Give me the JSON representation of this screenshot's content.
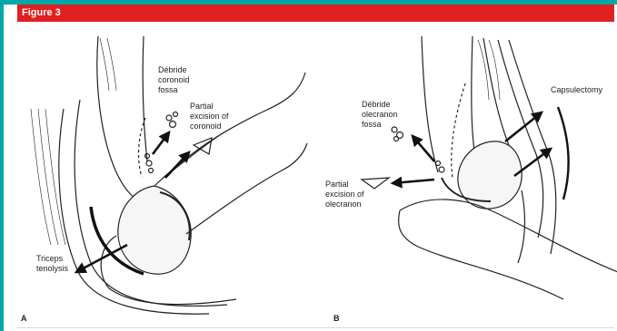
{
  "figure": {
    "title": "Figure 3"
  },
  "colors": {
    "title_bar": "#e02020",
    "accent_strip": "#00a8a8"
  },
  "panel_a": {
    "letter": "A",
    "labels": {
      "debride_coronoid": "Débride\ncoronoid\nfossa",
      "partial_excision_coronoid": "Partial\nexcision of\ncoronoid",
      "triceps_tenolysis": "Triceps\ntenolysis"
    }
  },
  "panel_b": {
    "letter": "B",
    "labels": {
      "debride_olecranon": "Débride\nolecranon\nfossa",
      "partial_excision_olecranon": "Partial\nexcision of\nolecranon",
      "capsulectomy": "Capsulectomy"
    }
  }
}
